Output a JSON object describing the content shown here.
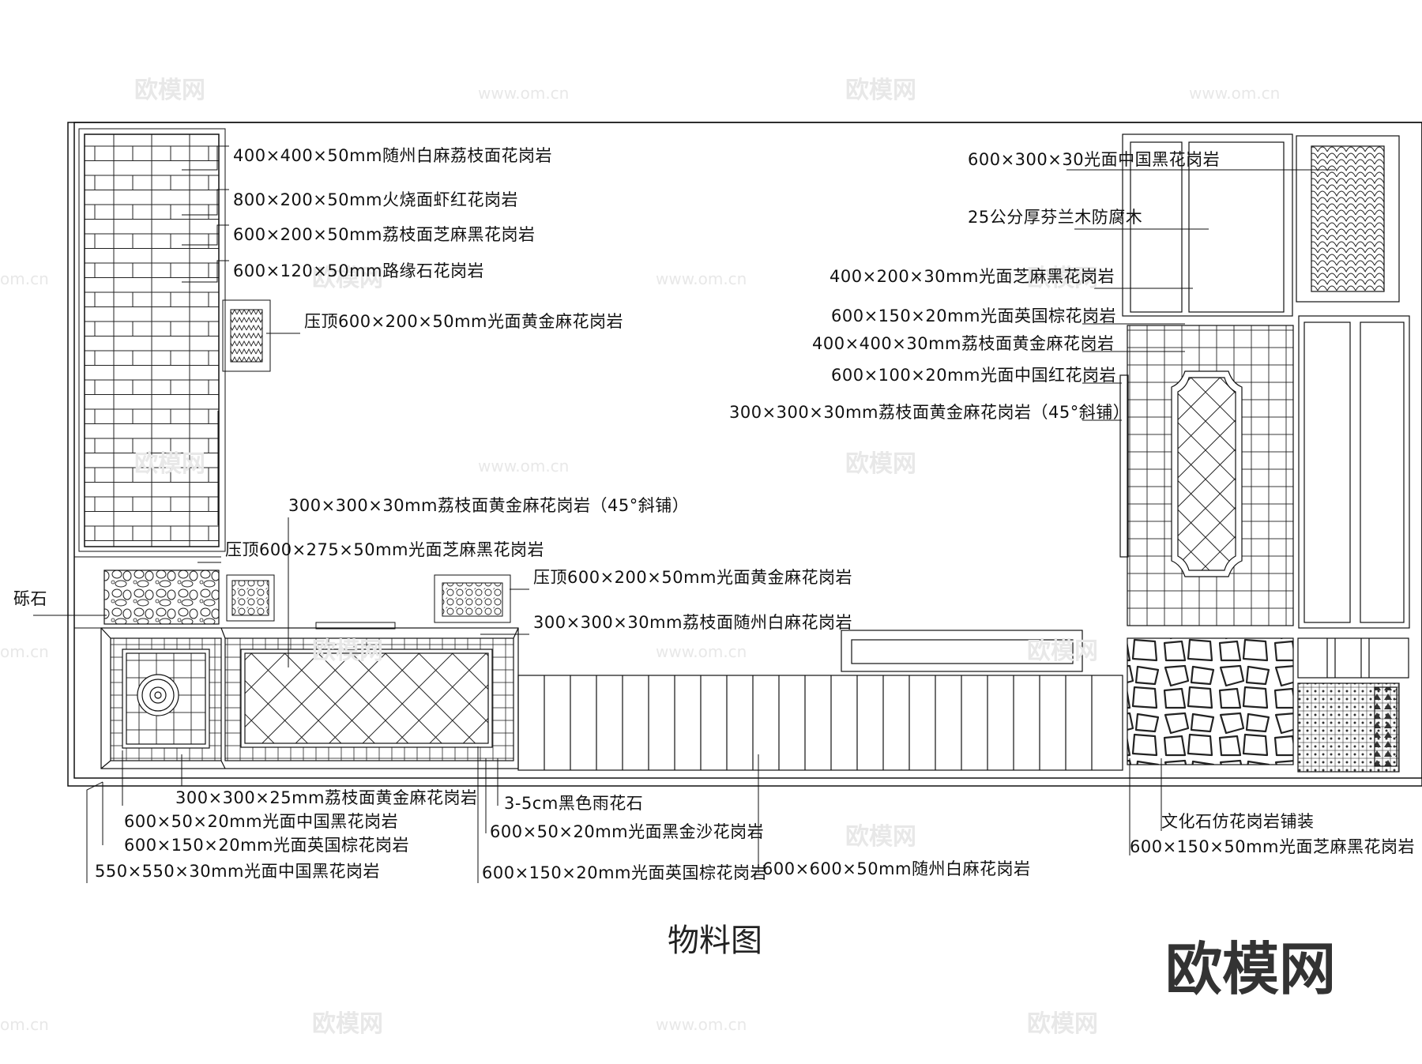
{
  "watermarks": {
    "brand": "欧模网",
    "url": "www.om.cn",
    "url_short": "om.cn"
  },
  "title": "物料图",
  "logo": "欧模网",
  "labels": {
    "l1": "400×400×50mm随州白麻荔枝面花岗岩",
    "l2": "800×200×50mm火烧面虾红花岗岩",
    "l3": "600×200×50mm荔枝面芝麻黑花岗岩",
    "l4": "600×120×50mm路缘石花岗岩",
    "l5": "压顶600×200×50mm光面黄金麻花岗岩",
    "l6": "300×300×30mm荔枝面黄金麻花岗岩（45°斜铺）",
    "l7": "压顶600×275×50mm光面芝麻黑花岗岩",
    "l8": "压顶600×200×50mm光面黄金麻花岗岩",
    "l9": "300×300×30mm荔枝面随州白麻花岗岩",
    "l10": "砾石",
    "l11": "300×300×25mm荔枝面黄金麻花岗岩",
    "l12": "600×50×20mm光面中国黑花岗岩",
    "l13": "600×150×20mm光面英国棕花岗岩",
    "l14": "550×550×30mm光面中国黑花岗岩",
    "l15": "3-5cm黑色雨花石",
    "l16": "600×50×20mm光面黑金沙花岗岩",
    "l17": "600×150×20mm光面英国棕花岗岩",
    "l18": "600×600×50mm随州白麻花岗岩",
    "r1": "600×300×30光面中国黑花岗岩",
    "r2": "25公分厚芬兰木防腐木",
    "r3": "400×200×30mm光面芝麻黑花岗岩",
    "r4": "600×150×20mm光面英国棕花岗岩",
    "r5": "400×400×30mm荔枝面黄金麻花岗岩",
    "r6": "600×100×20mm光面中国红花岗岩",
    "r7": "300×300×30mm荔枝面黄金麻花岗岩（45°斜铺）",
    "r8": "文化石仿花岗岩铺装",
    "r9": "600×150×50mm光面芝麻黑花岗岩"
  }
}
